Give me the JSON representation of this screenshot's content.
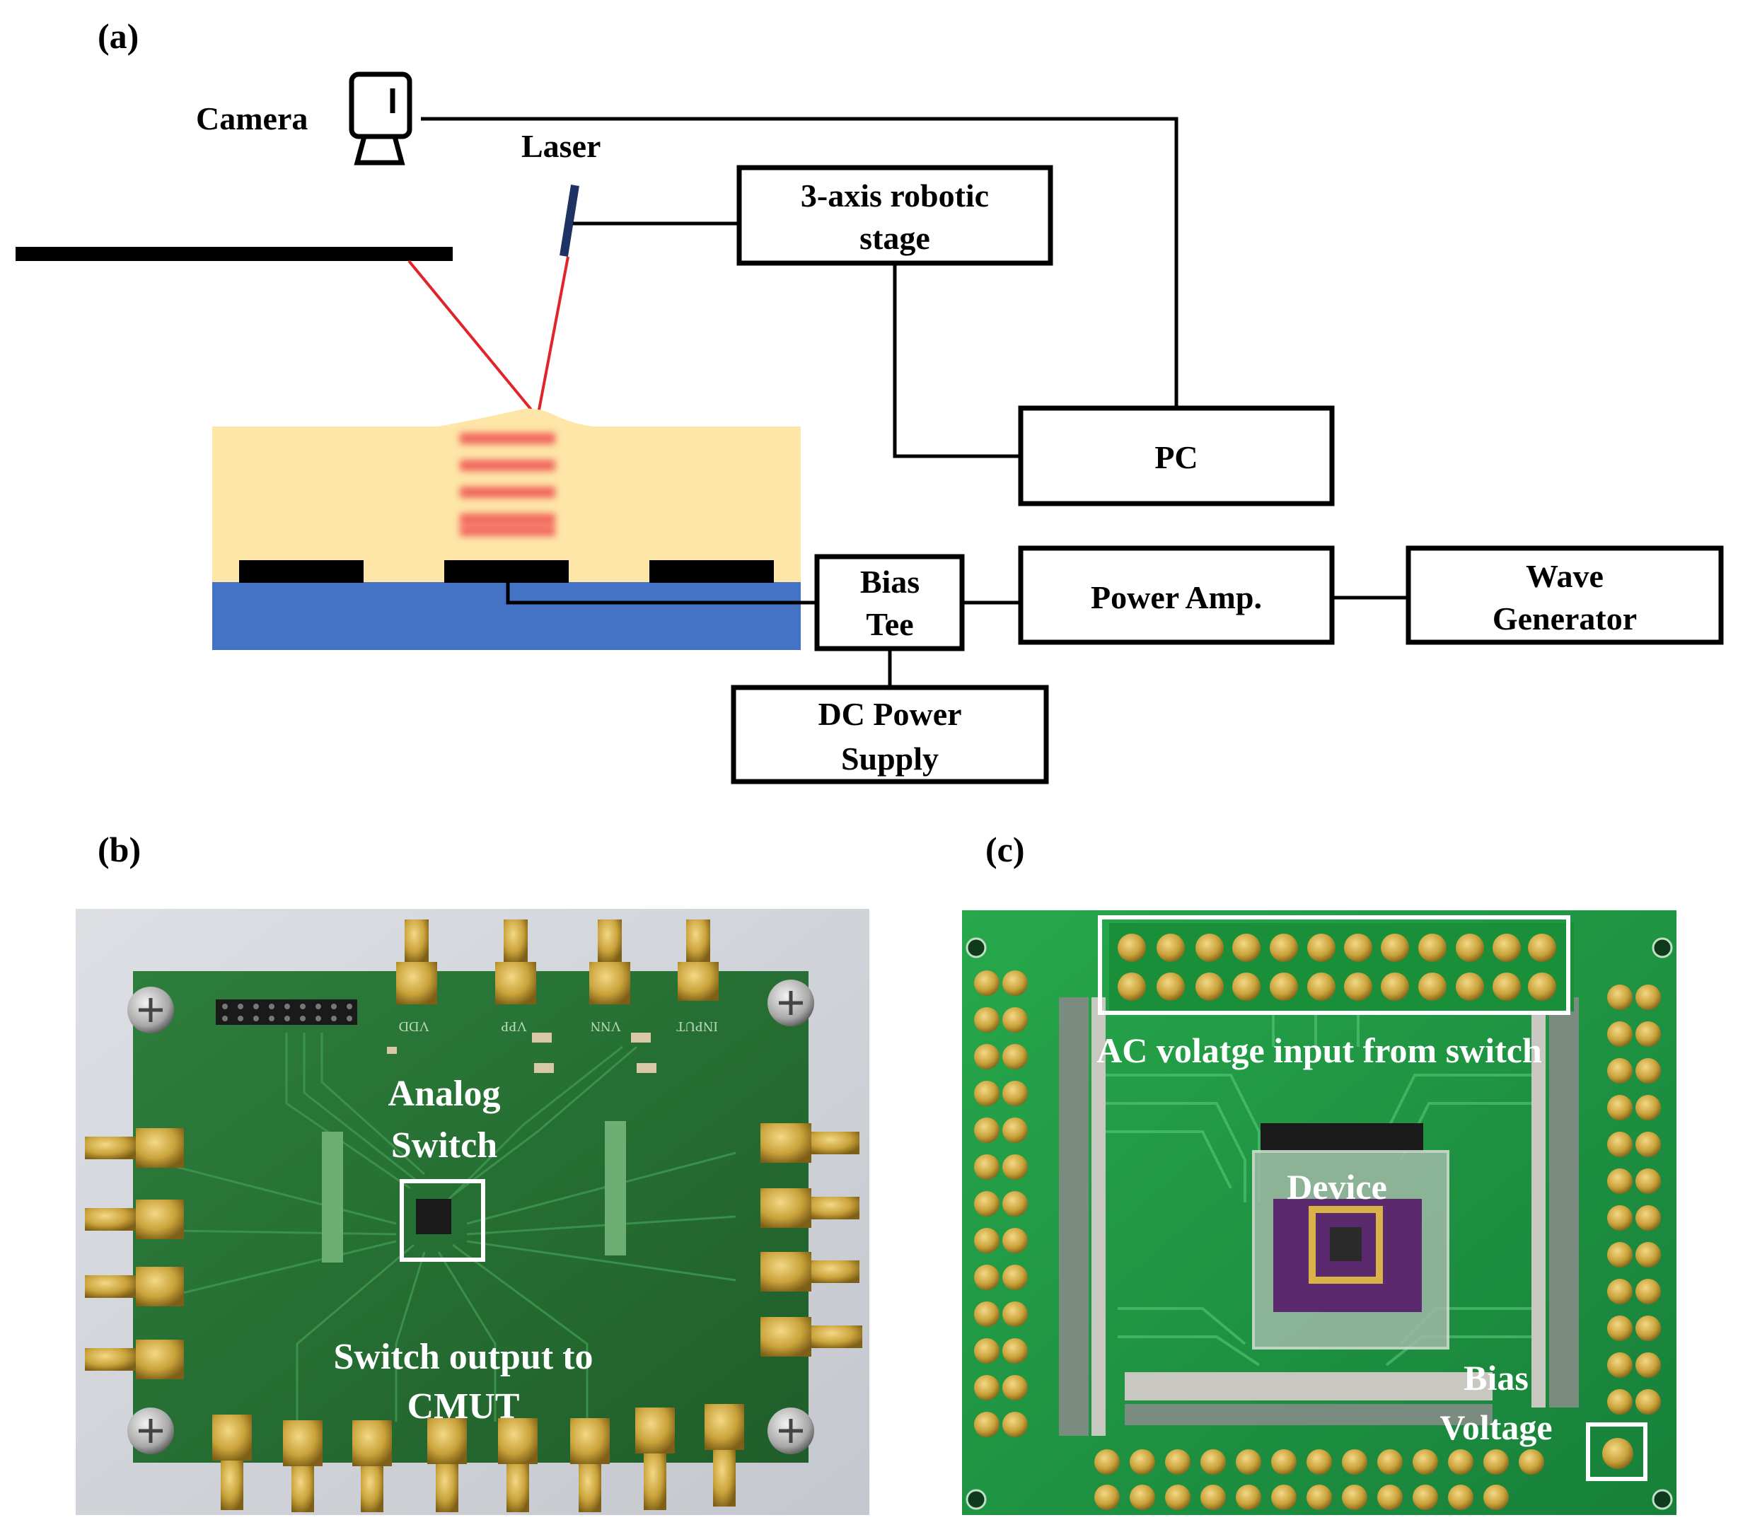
{
  "panels": {
    "a": {
      "label": "(a)"
    },
    "b": {
      "label": "(b)"
    },
    "c": {
      "label": "(c)"
    }
  },
  "diagram": {
    "camera_label": "Camera",
    "laser_label": "Laser",
    "stage": {
      "line1": "3-axis robotic",
      "line2": "stage"
    },
    "pc": "PC",
    "bias_tee": {
      "line1": "Bias",
      "line2": "Tee"
    },
    "power_amp": "Power Amp.",
    "wave_generator": {
      "line1": "Wave",
      "line2": "Generator"
    },
    "dc_power": {
      "line1": "DC Power",
      "line2": "Supply"
    },
    "colors": {
      "gel": "#fde6a8",
      "substrate": "#4472c4",
      "beam": "#e0242a",
      "wave": "#ef5050",
      "laser": "#1f3264"
    }
  },
  "photo_b": {
    "analog_switch": {
      "line1": "Analog",
      "line2": "Switch"
    },
    "switch_output": {
      "line1": "Switch output to",
      "line2": "CMUT"
    },
    "connectors": {
      "vdd": "VDD",
      "vpp": "VPP",
      "vnn": "VNN",
      "input": "INPUT"
    },
    "colors": {
      "board": "#2e7a3a",
      "gold": "#c9a23a"
    }
  },
  "photo_c": {
    "ac_input": "AC volatge input from switch",
    "device": "Device",
    "bias_voltage": {
      "line1": "Bias",
      "line2": "Voltage"
    },
    "colors": {
      "board": "#22a045",
      "chip": "#5b2a6e"
    }
  }
}
